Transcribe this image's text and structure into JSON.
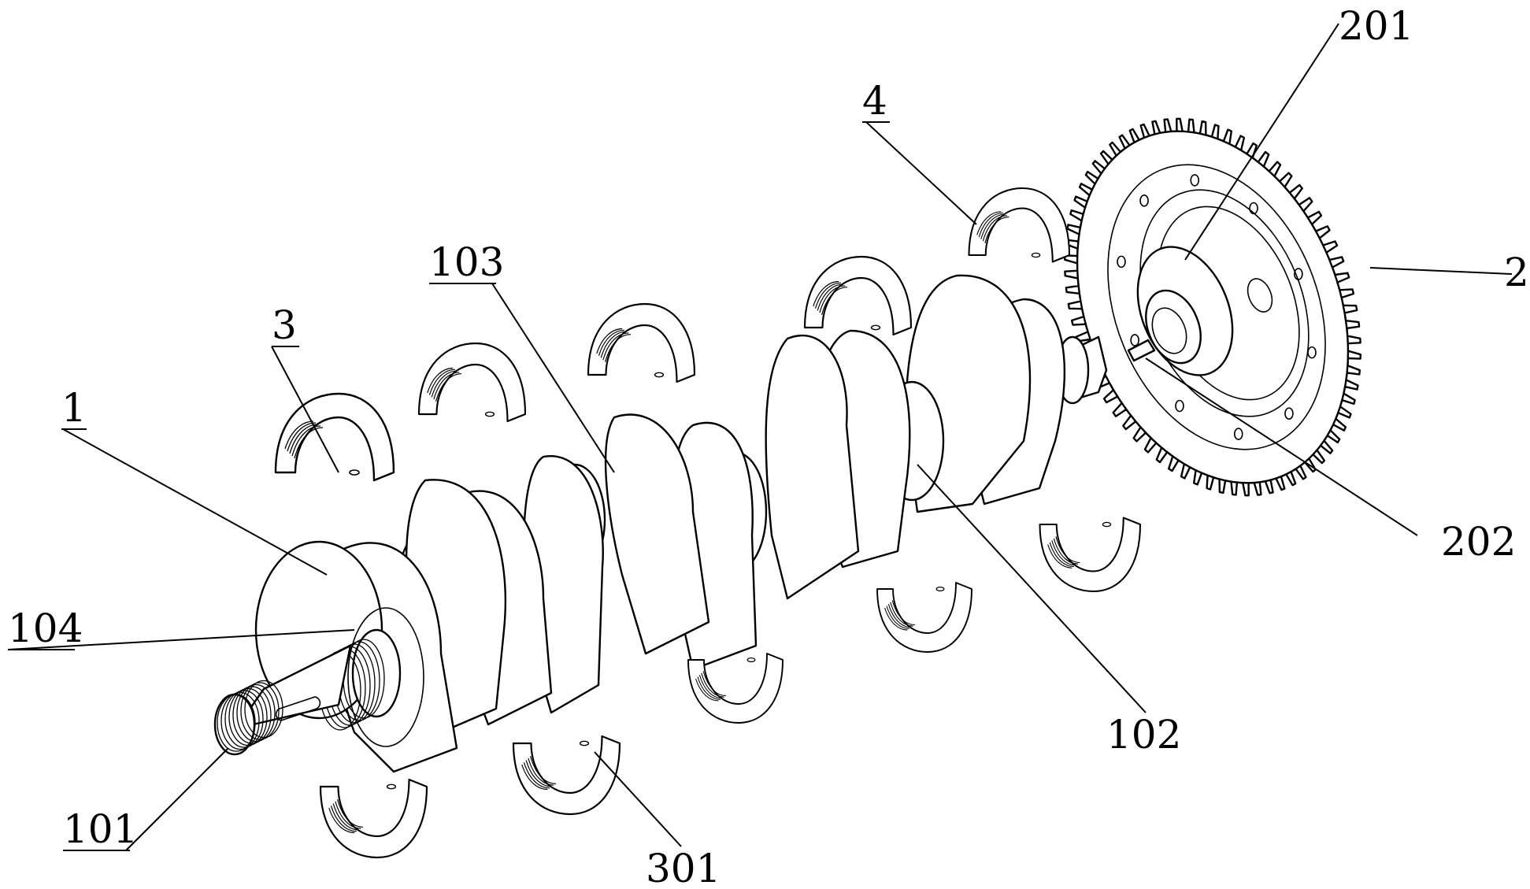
{
  "labels": {
    "l1": "1",
    "l2": "2",
    "l3": "3",
    "l4": "4",
    "l101": "101",
    "l102": "102",
    "l103": "103",
    "l104": "104",
    "l201": "201",
    "l202": "202",
    "l301": "301"
  }
}
